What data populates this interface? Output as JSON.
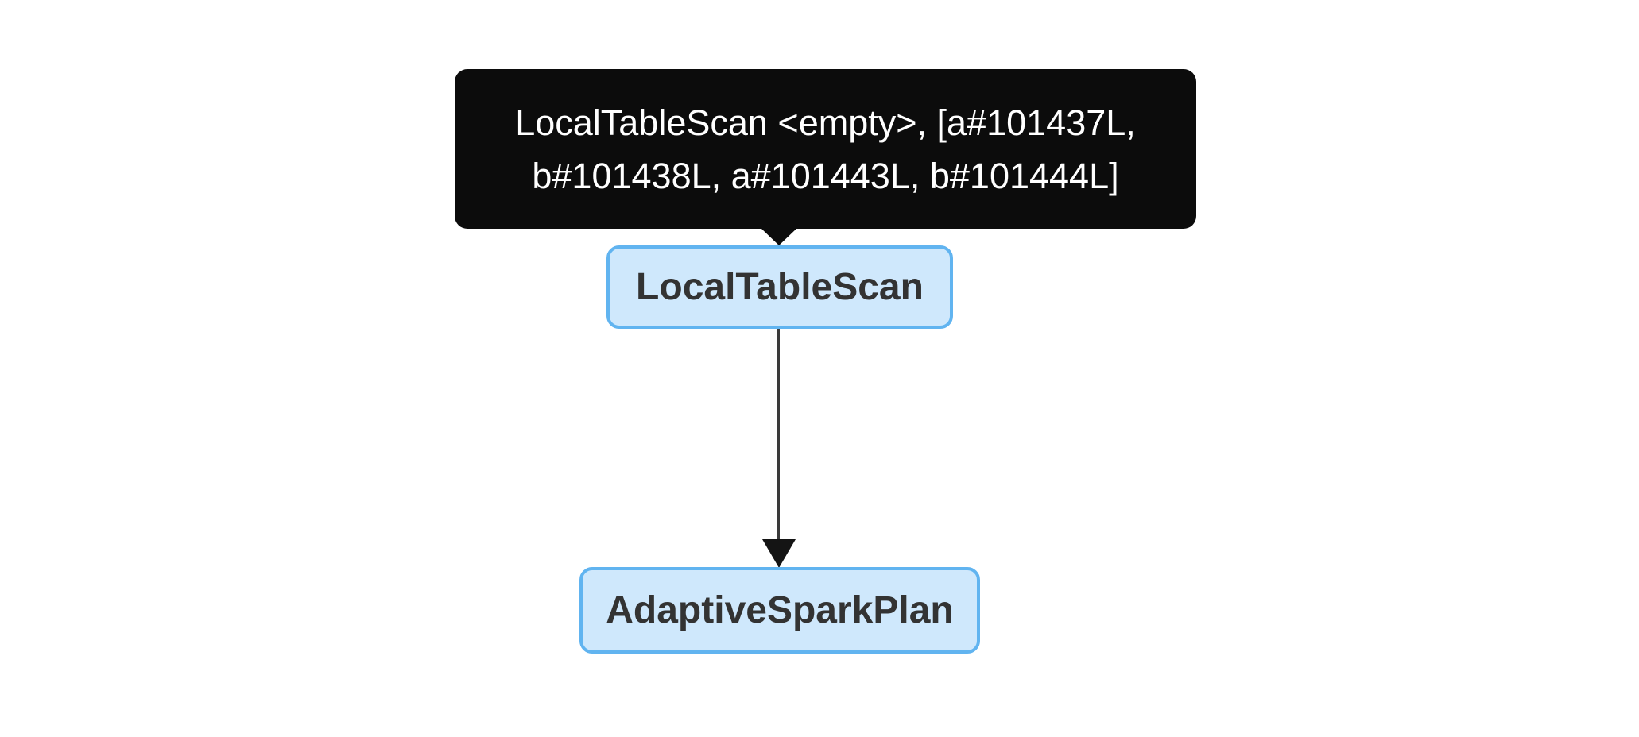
{
  "tooltip": {
    "text": "LocalTableScan <empty>, [a#101437L, b#101438L, a#101443L, b#101444L]",
    "line1": "LocalTableScan <empty>, [a#101437L,",
    "line2": "b#101438L, a#101443L, b#101444L]",
    "background": "#0c0c0c",
    "text_color": "#ffffff"
  },
  "nodes": [
    {
      "label": "LocalTableScan"
    },
    {
      "label": "AdaptiveSparkPlan"
    }
  ],
  "edges": [
    {
      "from": "LocalTableScan",
      "to": "AdaptiveSparkPlan"
    }
  ],
  "colors": {
    "canvas_background": "#ffffff",
    "node_fill": "#cfe8fc",
    "node_border": "#61b4f0",
    "node_text": "#333333",
    "edge": "#3a3a3a",
    "arrowhead": "#141414"
  }
}
